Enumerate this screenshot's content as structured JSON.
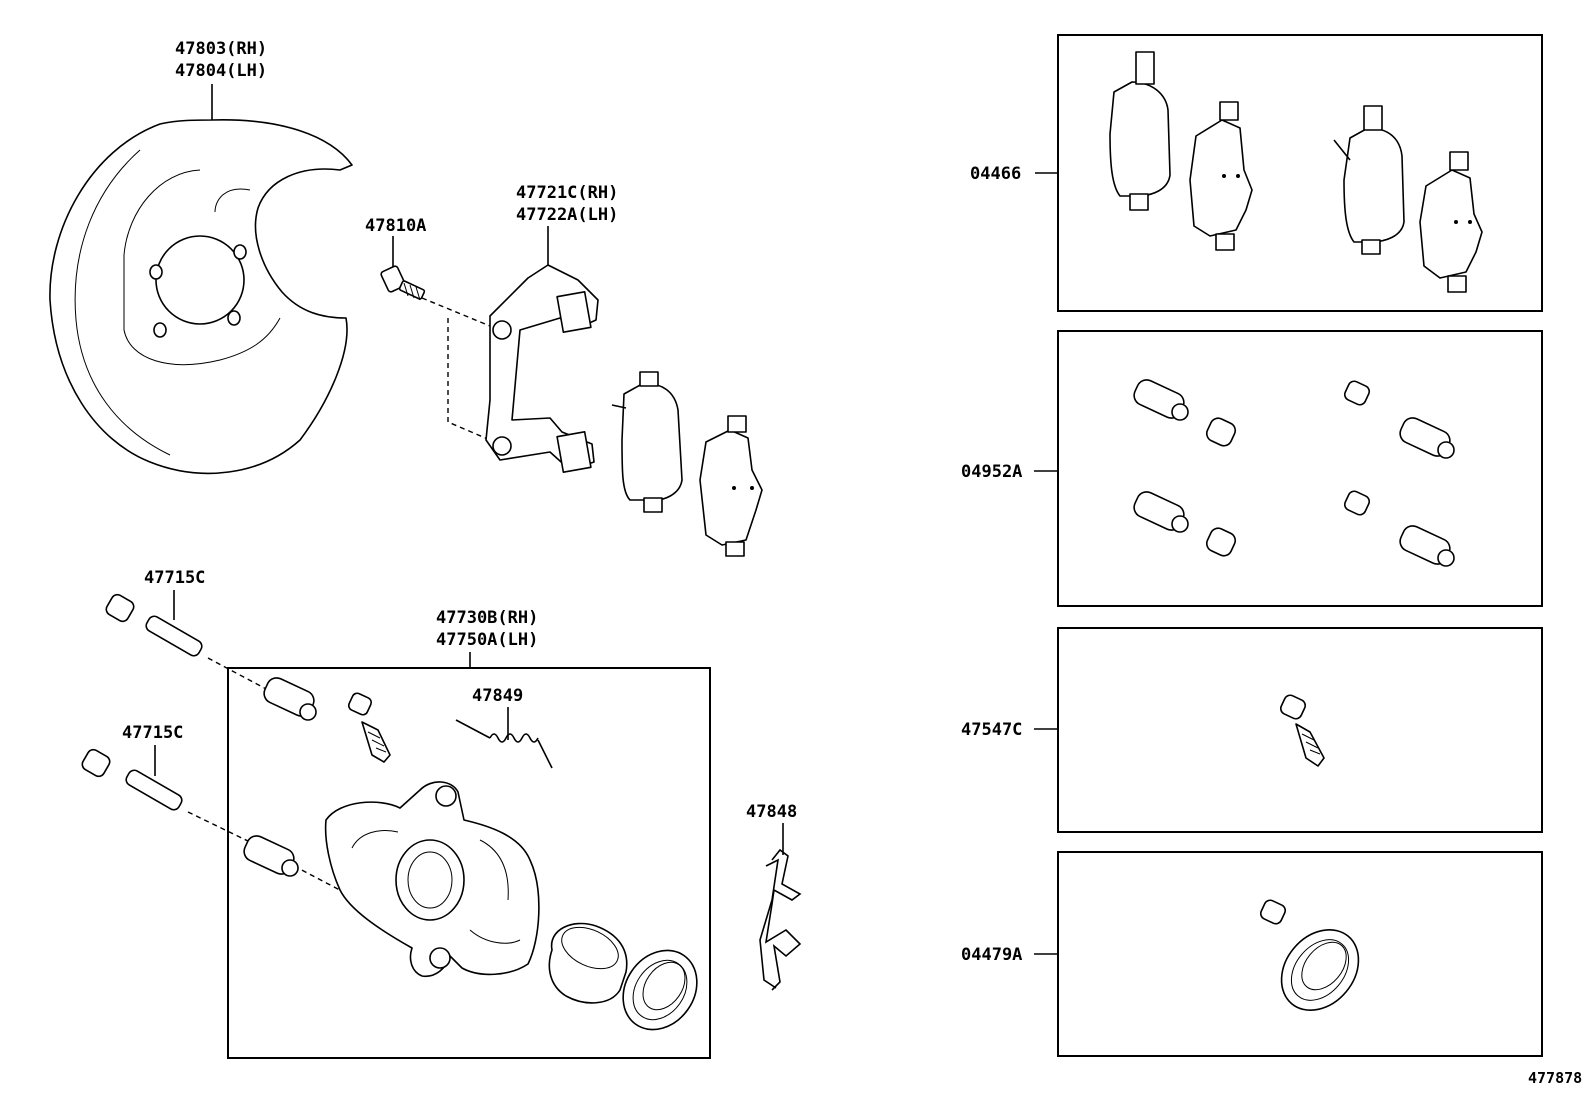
{
  "diagram_ref": "477878",
  "parts": {
    "p47803": "47803(RH)",
    "p47804": "47804(LH)",
    "p47810A": "47810A",
    "p47721C": "47721C(RH)",
    "p47722A": "47722A(LH)",
    "p47715C_top": "47715C",
    "p47715C_bottom": "47715C",
    "p47730B": "47730B(RH)",
    "p47750A": "47750A(LH)",
    "p47849": "47849",
    "p47848": "47848",
    "k04466": "04466",
    "k04952A": "04952A",
    "k47547C": "47547C",
    "k04479A": "04479A"
  }
}
